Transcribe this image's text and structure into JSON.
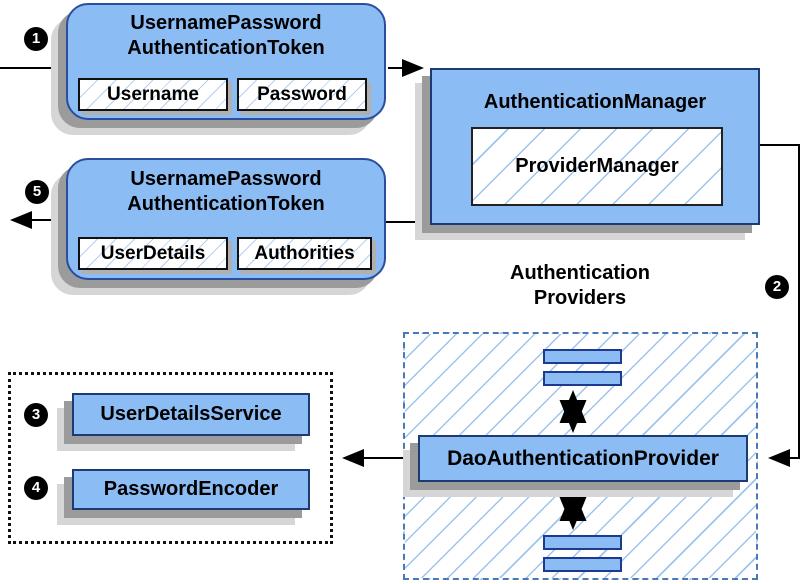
{
  "diagram": {
    "step_badges": {
      "step1": "1",
      "step2": "2",
      "step3": "3",
      "step4": "4",
      "step5": "5"
    },
    "request_token": {
      "title_line1": "UsernamePassword",
      "title_line2": "AuthenticationToken",
      "field1": "Username",
      "field2": "Password"
    },
    "authentication_manager": {
      "title": "AuthenticationManager",
      "inner_label": "ProviderManager"
    },
    "response_token": {
      "title_line1": "UsernamePassword",
      "title_line2": "AuthenticationToken",
      "field1": "UserDetails",
      "field2": "Authorities"
    },
    "providers": {
      "heading_line1": "Authentication",
      "heading_line2": "Providers",
      "main_provider": "DaoAuthenticationProvider"
    },
    "services": {
      "user_details_service": "UserDetailsService",
      "password_encoder": "PasswordEncoder"
    },
    "colors": {
      "box_fill": "#8cbcf4",
      "box_border": "#1d3b73",
      "rounded_box_border": "#2a4e9e",
      "hatch_line": "#9cc4ee",
      "dashed_container_border": "#4a79b8",
      "shadow_dark": "#9b9b9b",
      "shadow_light": "#d6d6d6",
      "arrow": "#000000",
      "badge_bg": "#000000",
      "badge_text": "#ffffff"
    }
  }
}
